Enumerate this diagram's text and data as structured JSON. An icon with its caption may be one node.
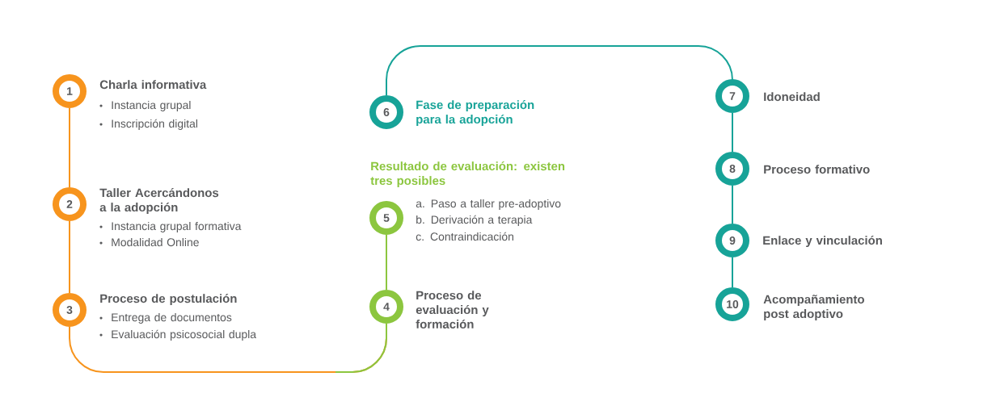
{
  "diagram": {
    "nodes": [
      {
        "text": [
          "1"
        ],
        "beside": [
          "Charla informativa",
          "Instancia grupal",
          "Inscripción digital"
        ]
      },
      {
        "text": [
          "2"
        ],
        "beside": [
          "Taller Acercándonos a la adopción",
          "Instancia grupal formativa",
          "Modalidad Online"
        ]
      },
      {
        "text": [
          "3"
        ],
        "beside": [
          "Proceso de postulación",
          "Entrega de documentos",
          "Evaluación psicosocial dupla"
        ]
      },
      {
        "text": [
          "4"
        ],
        "beside": [
          "Proceso de evaluación y formación"
        ]
      },
      {
        "text": [
          "5"
        ],
        "beside": [
          "Resultado de evaluación: existen tres posibles",
          "a. Paso a taller pre-adoptivo",
          "b. Derivación a terapia",
          "c. Contraindicación"
        ]
      },
      {
        "text": [
          "6"
        ],
        "beside": [
          "Fase de preparación para la adopción"
        ]
      },
      {
        "text": [
          "7"
        ],
        "beside": [
          "Idoneidad"
        ]
      },
      {
        "text": [
          "8"
        ],
        "beside": [
          "Proceso formativo"
        ]
      },
      {
        "text": [
          "9"
        ],
        "beside": [
          "Enlace y vinculación"
        ]
      },
      {
        "text": [
          "10"
        ],
        "beside": [
          "Acompañamiento post adoptivo"
        ]
      }
    ],
    "edges": [
      {
        "from": 0,
        "to": 1,
        "arrow": "none",
        "color": "#f7941d"
      },
      {
        "from": 1,
        "to": 2,
        "arrow": "none",
        "color": "#f7941d"
      },
      {
        "from": 2,
        "to": 3,
        "arrow": "none",
        "color": "#f7941d"
      },
      {
        "from": 3,
        "to": 4,
        "arrow": "none",
        "color": "#8cc63f"
      },
      {
        "from": 5,
        "to": 6,
        "arrow": "none"
      },
      {
        "from": 6,
        "to": 7,
        "arrow": "none"
      },
      {
        "from": 7,
        "to": 8,
        "arrow": "none"
      },
      {
        "from": 8,
        "to": 9,
        "arrow": "none"
      }
    ]
  }
}
